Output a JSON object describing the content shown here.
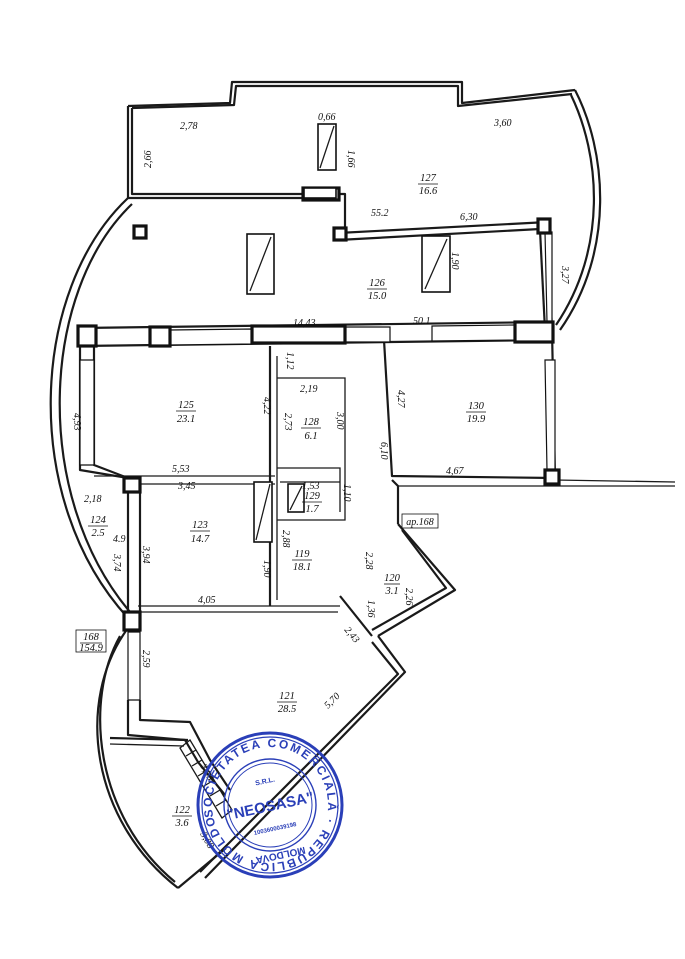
{
  "rooms": [
    {
      "id": "r127",
      "number": "127",
      "area": "16.6"
    },
    {
      "id": "r126",
      "number": "126",
      "area": "15.0"
    },
    {
      "id": "r125",
      "number": "125",
      "area": "23.1"
    },
    {
      "id": "r128",
      "number": "128",
      "area": "6.1"
    },
    {
      "id": "r130",
      "number": "130",
      "area": "19.9"
    },
    {
      "id": "r129",
      "number": "129",
      "area": "1.7"
    },
    {
      "id": "r123",
      "number": "123",
      "area": "14.7"
    },
    {
      "id": "r124",
      "number": "124",
      "area": "2.5"
    },
    {
      "id": "r119",
      "number": "119",
      "area": "18.1"
    },
    {
      "id": "r120",
      "number": "120",
      "area": "3.1"
    },
    {
      "id": "r121",
      "number": "121",
      "area": "28.5"
    },
    {
      "id": "r122",
      "number": "122",
      "area": "3.6"
    },
    {
      "id": "r168",
      "number": "168",
      "area": "154.9"
    }
  ],
  "dimensions": [
    "2,78",
    "2,66",
    "0,66",
    "1,66",
    "3,60",
    "55.2",
    "6,30",
    "1,90",
    "3,27",
    "14,43",
    "50.1",
    "1,12",
    "4,93",
    "4,22",
    "2,19",
    "2,73",
    "3,00",
    "4,27",
    "6,10",
    "5,53",
    "4,67",
    "3,45",
    "1,53",
    "1,10",
    "2,18",
    "4.9",
    "3,74",
    "3,94",
    "2,88",
    "1,90",
    "2,28",
    "2,26",
    "1,36",
    "4,05",
    "2,59",
    "2,43",
    "5,70",
    "3,05",
    "3,08"
  ],
  "tags": {
    "ap": "ap.168"
  },
  "stamp": {
    "ring_text": "SOCIETATEA COMERCIALĂ · REPUBLICA MOLDOVA",
    "name": "\"NEOSASA\"",
    "form": "S.R.L.",
    "code": "1003600039198",
    "country": "MOLDOVA",
    "color": "#2a3fb8"
  }
}
